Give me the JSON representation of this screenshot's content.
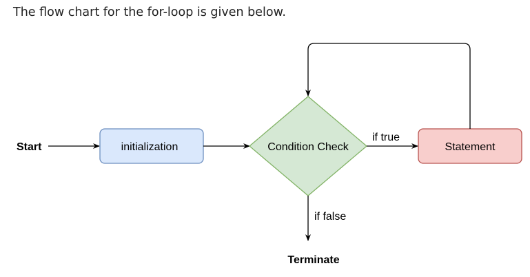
{
  "intro_text": "The flow chart for the for-loop is given below.",
  "diagram": {
    "nodes": {
      "start": "Start",
      "initialization": "initialization",
      "condition": "Condition Check",
      "statement": "Statement",
      "terminate": "Terminate"
    },
    "edges": {
      "true_label": "if true",
      "false_label": "if false"
    },
    "colors": {
      "initialization_fill": "#dae8fc",
      "initialization_stroke": "#6c8ebf",
      "condition_fill": "#d5e8d4",
      "condition_stroke": "#82b366",
      "statement_fill": "#f8cecc",
      "statement_stroke": "#b85450"
    }
  }
}
